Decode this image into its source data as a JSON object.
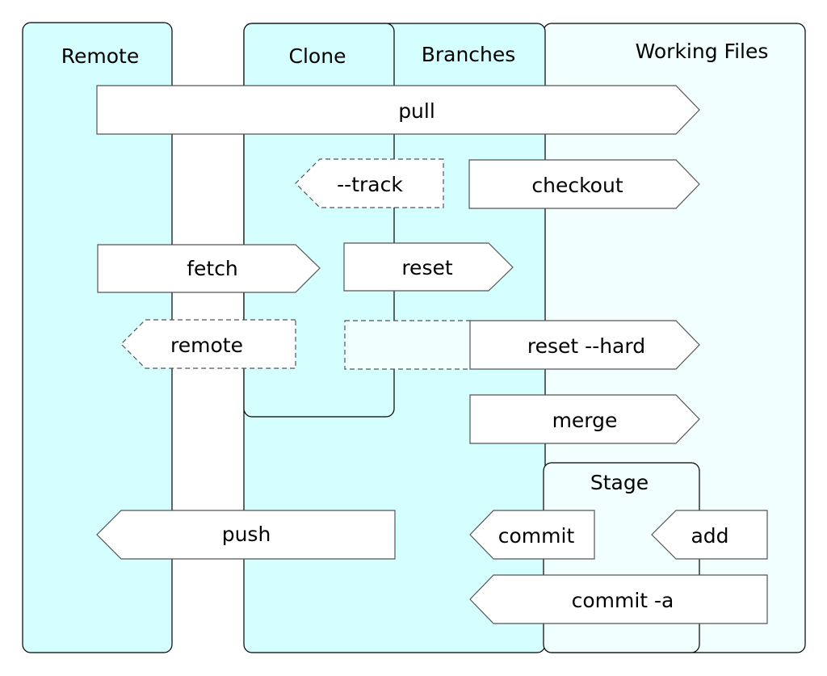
{
  "colors": {
    "lane_fill": "#d5ffff",
    "working_fill": "#f1ffff",
    "outline": "#000000",
    "arrow_fill": "#ffffff",
    "arrow_stroke": "#555555",
    "dashed_stroke": "#555555"
  },
  "lanes": {
    "remote": "Remote",
    "clone": "Clone",
    "branches": "Branches",
    "working_files": "Working Files",
    "stage": "Stage"
  },
  "commands": {
    "pull": "pull",
    "track": "--track",
    "checkout": "checkout",
    "fetch": "fetch",
    "reset": "reset",
    "remote": "remote",
    "reset_hard": "reset --hard",
    "merge": "merge",
    "push": "push",
    "commit": "commit",
    "add": "add",
    "commit_a": "commit -a"
  }
}
